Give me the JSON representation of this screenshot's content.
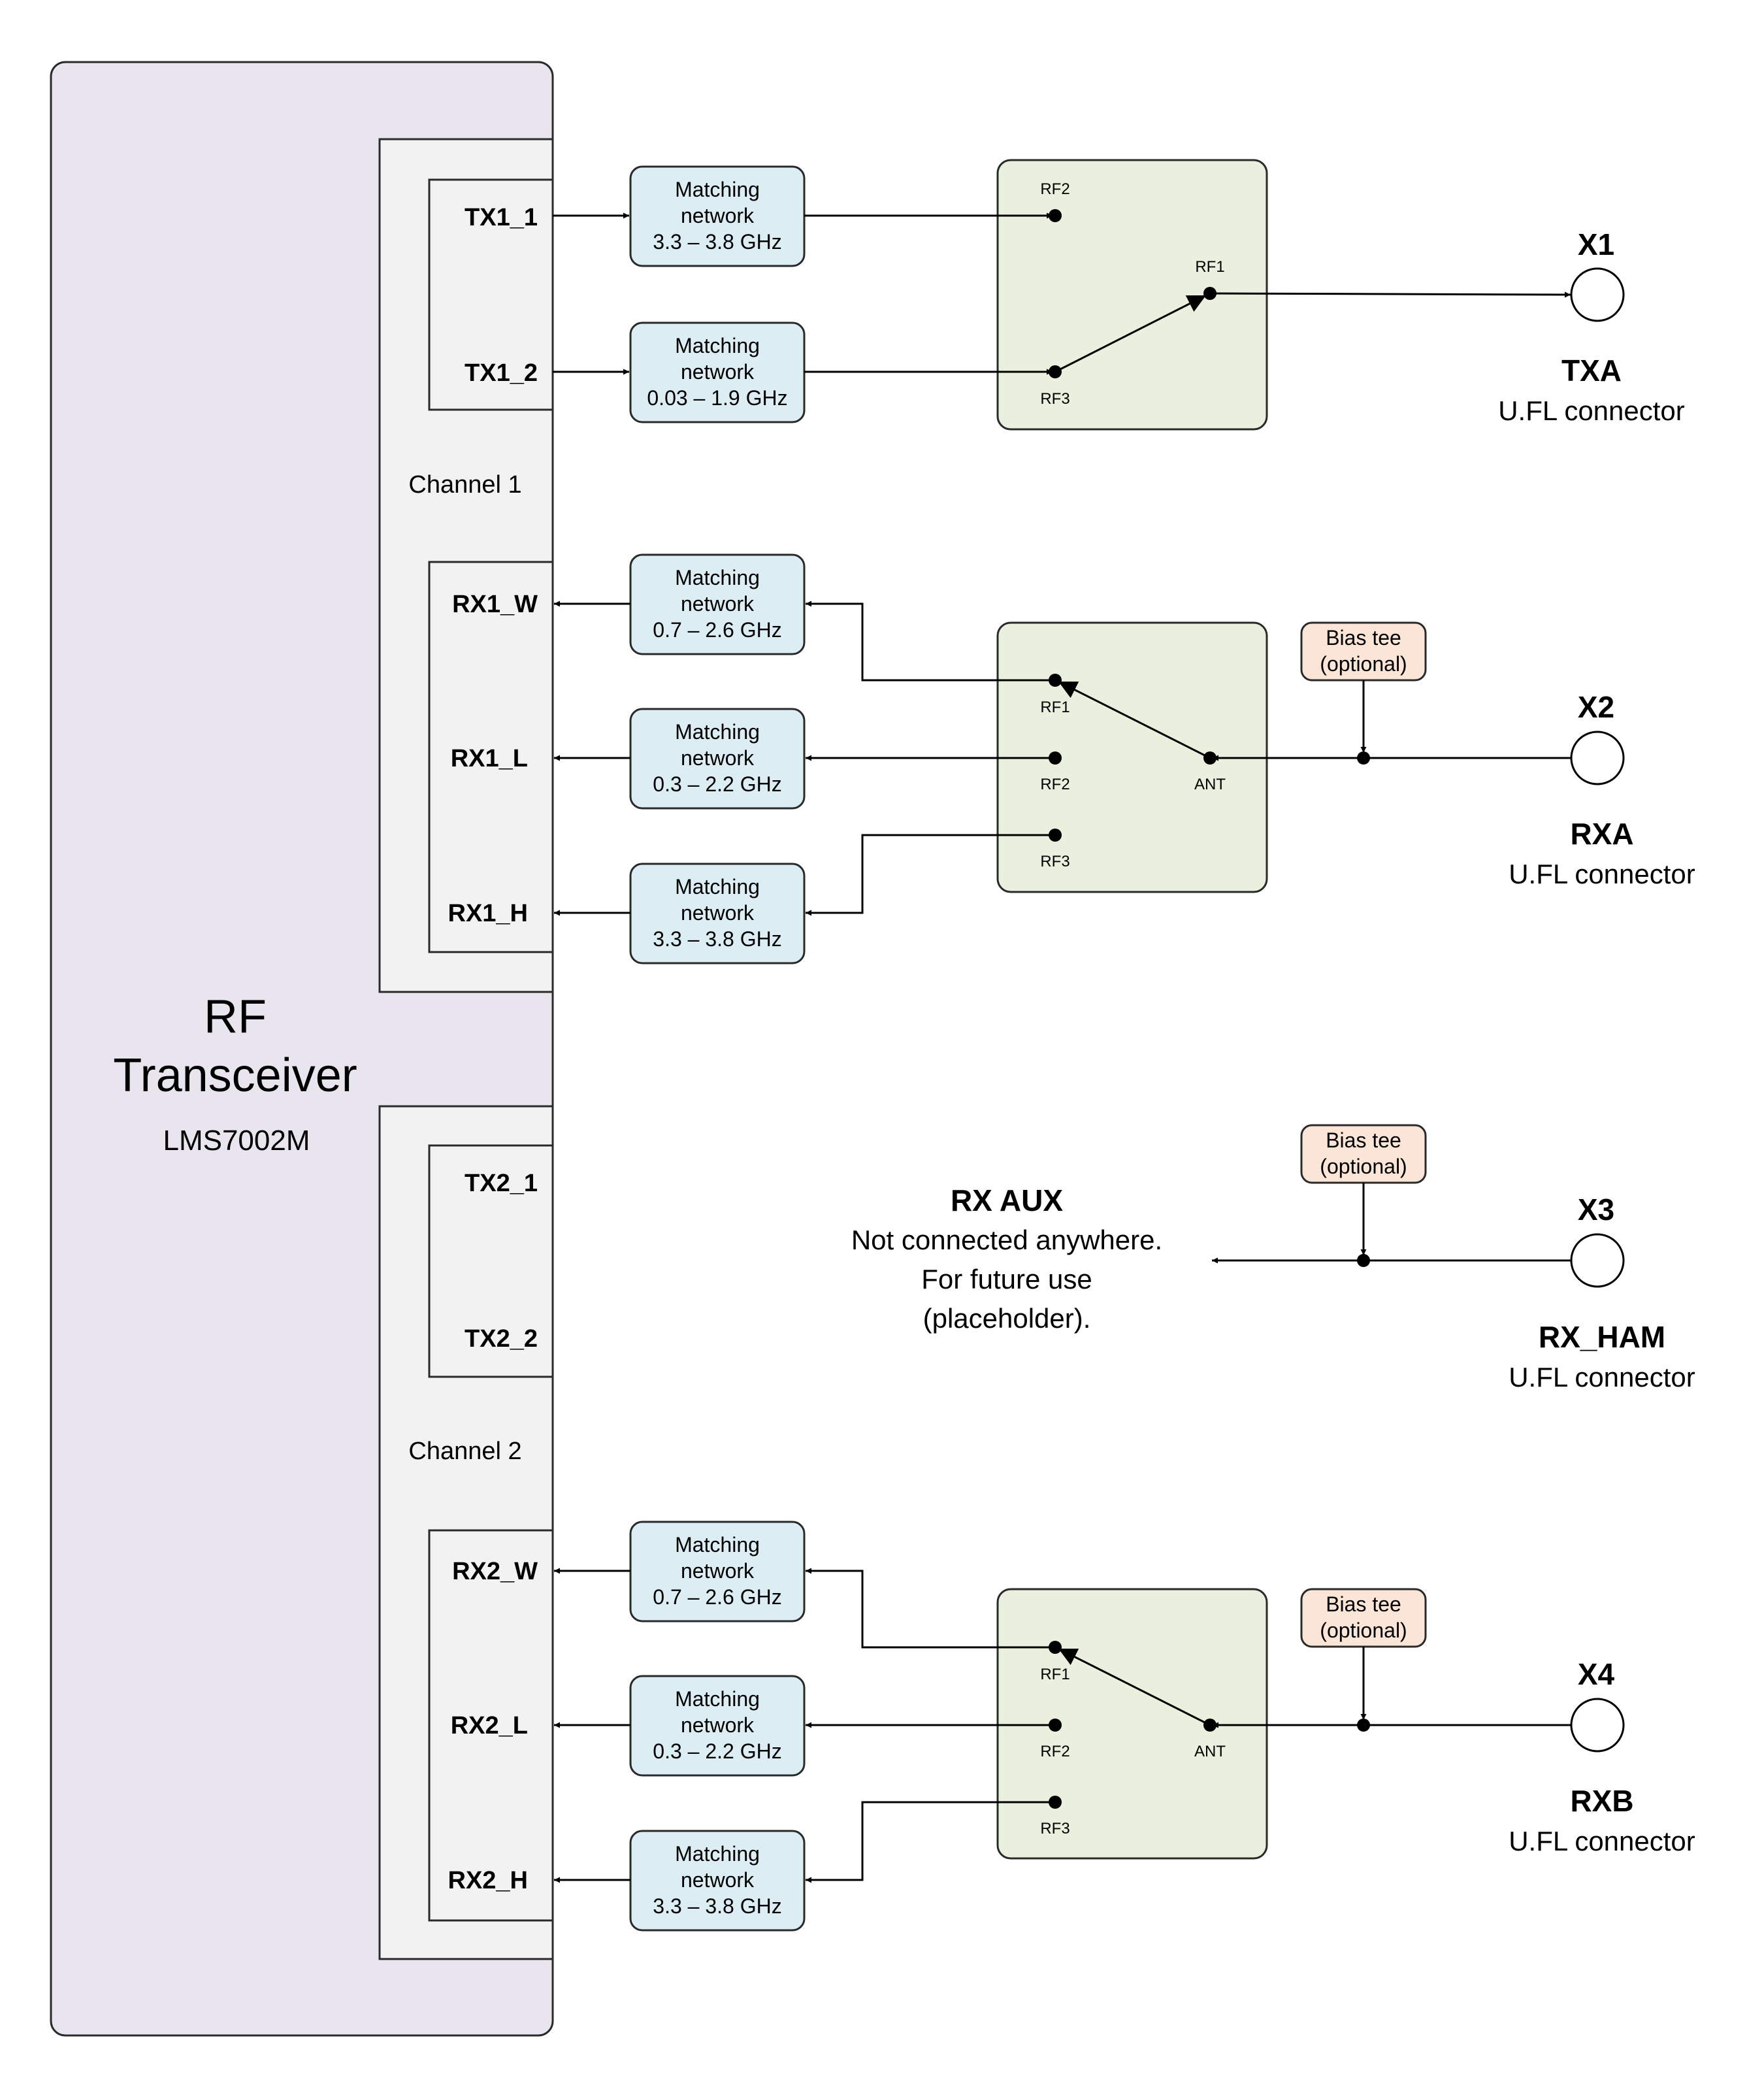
{
  "transceiver": {
    "title_line1": "RF",
    "title_line2": "Transceiver",
    "model": "LMS7002M"
  },
  "channels": {
    "ch1": "Channel 1",
    "ch2": "Channel 2"
  },
  "pins": {
    "tx1_1": "TX1_1",
    "tx1_2": "TX1_2",
    "rx1_w": "RX1_W",
    "rx1_l": "RX1_L",
    "rx1_h": "RX1_H",
    "tx2_1": "TX2_1",
    "tx2_2": "TX2_2",
    "rx2_w": "RX2_W",
    "rx2_l": "RX2_L",
    "rx2_h": "RX2_H"
  },
  "matching": {
    "label_line1": "Matching",
    "label_line2": "network",
    "tx1_1_band": "3.3 – 3.8 GHz",
    "tx1_2_band": "0.03 – 1.9 GHz",
    "rx1_w_band": "0.7 – 2.6 GHz",
    "rx1_l_band": "0.3 – 2.2 GHz",
    "rx1_h_band": "3.3 – 3.8 GHz",
    "rx2_w_band": "0.7 – 2.6 GHz",
    "rx2_l_band": "0.3 – 2.2 GHz",
    "rx2_h_band": "3.3 – 3.8 GHz"
  },
  "switch_ports": {
    "rf1": "RF1",
    "rf2": "RF2",
    "rf3": "RF3",
    "ant": "ANT"
  },
  "bias_tee": {
    "line1": "Bias tee",
    "line2": "(optional)"
  },
  "connectors": {
    "x1": {
      "id": "X1",
      "name": "TXA",
      "type": "U.FL connector"
    },
    "x2": {
      "id": "X2",
      "name": "RXA",
      "type": "U.FL connector"
    },
    "x3": {
      "id": "X3",
      "name": "RX_HAM",
      "type": "U.FL connector"
    },
    "x4": {
      "id": "X4",
      "name": "RXB",
      "type": "U.FL connector"
    }
  },
  "rx_aux": {
    "title": "RX AUX",
    "line1": "Not connected anywhere.",
    "line2": "For future use",
    "line3": "(placeholder)."
  }
}
